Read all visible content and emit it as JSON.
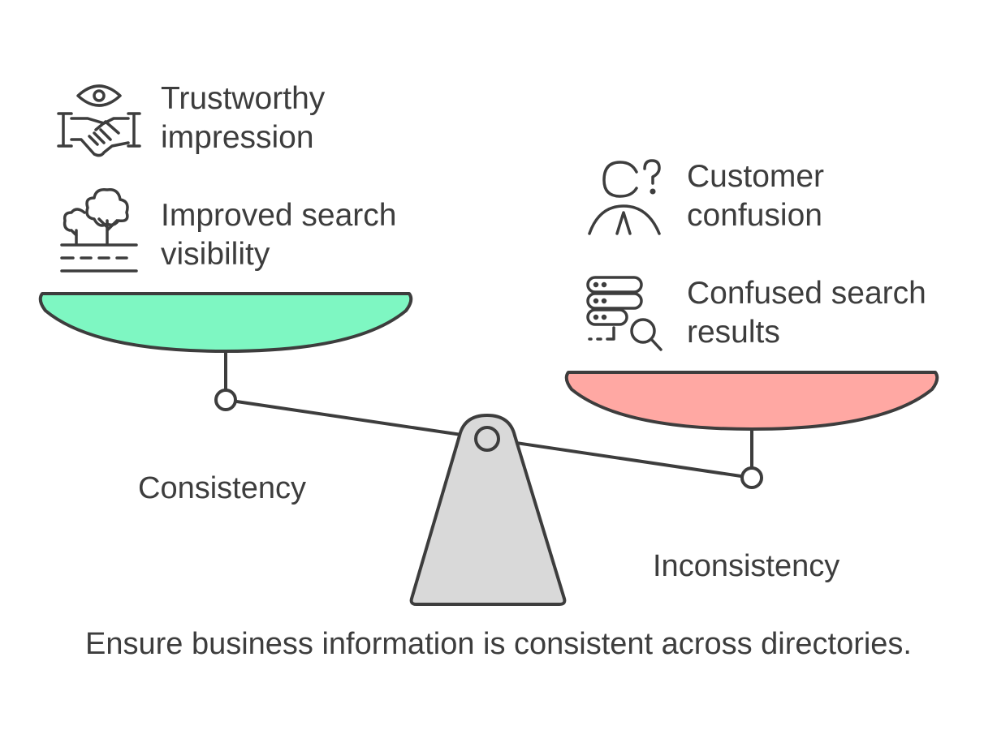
{
  "left_pan": {
    "label": "Consistency",
    "color": "#7ef7c2",
    "items": [
      {
        "icon": "handshake-eye-icon",
        "line1": "Trustworthy",
        "line2": "impression"
      },
      {
        "icon": "trees-landscape-icon",
        "line1": "Improved search",
        "line2": "visibility"
      }
    ]
  },
  "right_pan": {
    "label": "Inconsistency",
    "color": "#ffa8a3",
    "items": [
      {
        "icon": "confused-person-icon",
        "line1": "Customer",
        "line2": "confusion"
      },
      {
        "icon": "database-search-icon",
        "line1": "Confused search",
        "line2": "results"
      }
    ]
  },
  "caption": "Ensure business information is consistent across directories.",
  "fulcrum_color": "#d9d9d9",
  "stroke_color": "#3d3d3d"
}
